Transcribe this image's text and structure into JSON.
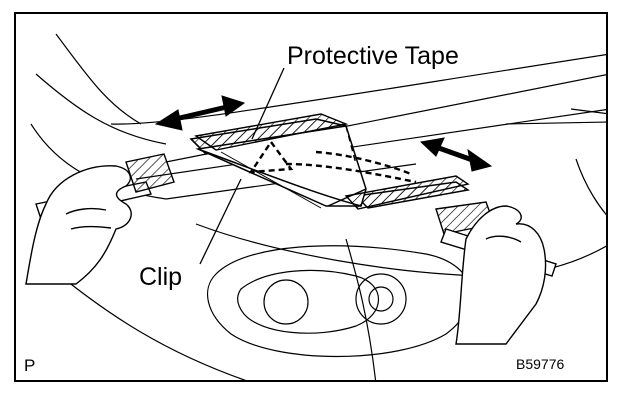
{
  "labels": {
    "protective_tape": "Protective Tape",
    "clip": "Clip",
    "view_letter": "P",
    "figure_code": "B59776"
  },
  "icons": [
    "double-arrow-icon",
    "hand-icon",
    "hatched-tape-icon",
    "clip-triangle-icon",
    "headlamp-icon"
  ],
  "colors": {
    "ink": "#000000",
    "paper": "#ffffff"
  }
}
